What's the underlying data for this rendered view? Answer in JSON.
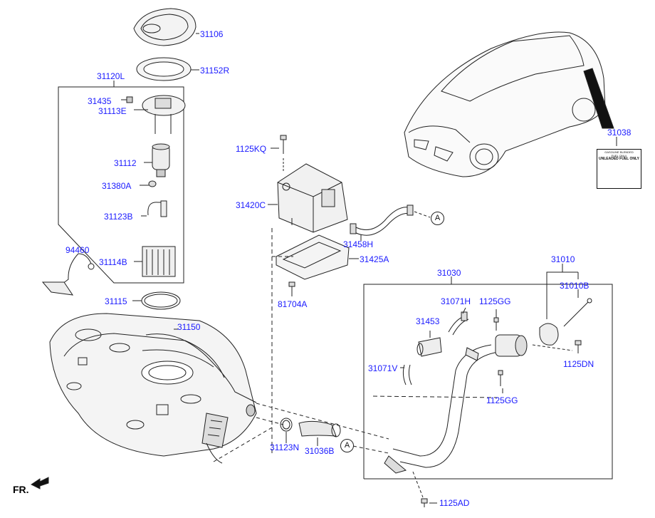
{
  "diagram": {
    "labels": {
      "p31106": "31106",
      "p31152R": "31152R",
      "p31120L": "31120L",
      "p31435": "31435",
      "p31113E": "31113E",
      "p31112": "31112",
      "p31380A": "31380A",
      "p31123B": "31123B",
      "p31114B": "31114B",
      "p94460": "94460",
      "p31115": "31115",
      "p31150": "31150",
      "p1125KQ": "1125KQ",
      "p31420C": "31420C",
      "p31458H": "31458H",
      "p31425A": "31425A",
      "p81704A": "81704A",
      "p31030": "31030",
      "p31071H": "31071H",
      "p1125GG_a": "1125GG",
      "p31453": "31453",
      "p31071V": "31071V",
      "p1125GG_b": "1125GG",
      "p31010": "31010",
      "p31010B": "31010B",
      "p1125DN": "1125DN",
      "p31038": "31038",
      "p31123N": "31123N",
      "p31036B": "31036B",
      "p1125AD": "1125AD"
    },
    "connector_A_1": "A",
    "connector_A_2": "A",
    "direction_label": "FR.",
    "sticker_lines": [
      "GASOLINE BLENDED",
      "FUEL ONLY",
      "UNLEADED FUEL ONLY"
    ],
    "colors": {
      "label": "#1a1aff",
      "line": "#222222"
    }
  }
}
